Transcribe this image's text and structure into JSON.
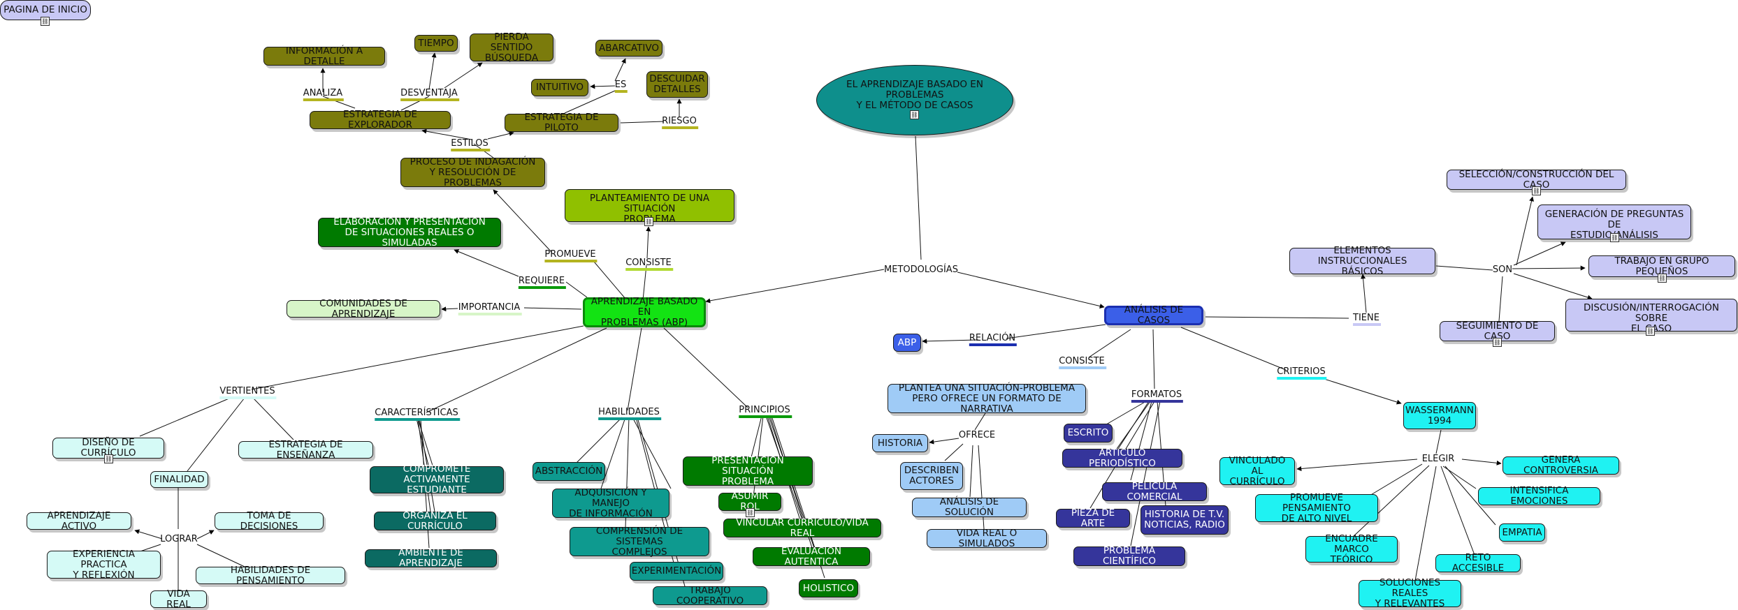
{
  "colors": {
    "olive": "#7b7b0c",
    "lime_green": "#90c000",
    "dark_green": "#007a00",
    "bright_green": "#13e313",
    "light_green": "#d7f5c8",
    "dark_teal": "#0b6a62",
    "teal": "#0e9a8f",
    "light_cyan": "#d5faf6",
    "cyan": "#1ff2f2",
    "navy_purple": "#35359b",
    "light_blue": "#9fcbf6",
    "royal_blue": "#3b5fe8",
    "lavender": "#c8c8f5",
    "ellipse_teal": "#0e8f8c"
  },
  "nodes": {
    "pagina_inicio": "PAGINA DE INICIO",
    "informacion_detalle": "INFORMACIÓN A DETALLE",
    "tiempo": "TIEMPO",
    "pierda_sentido": "PIERDA SENTIDO\nBÚSQUEDA",
    "abarcativo": "ABARCATIVO",
    "intuitivo": "INTUITIVO",
    "descuidar": "DESCUIDAR\nDETALLES",
    "estrategia_explorador": "ESTRATEGIA DE EXPLORADOR",
    "estrategia_piloto": "ESTRATEGIA DE PILOTO",
    "proceso_indagacion": "PROCESO DE INDAGACIÓN\nY RESOLUCIÓN DE PROBLEMAS",
    "planteamiento": "PLANTEAMIENTO DE UNA SITUACIÓN\nPROBLEMA",
    "elaboracion": "ELABORACIÓN Y PRESENTACIÓN\nDE SITUACIONES REALES O SIMULADAS",
    "comunidades": "COMUNIDADES DE APRENDIZAJE",
    "abp_main": "APRENDIZAJE BASADO EN\nPROBLEMAS (ABP)",
    "titulo": "EL APRENDIZAJE BASADO EN PROBLEMAS\nY EL MÉTODO DE CASOS",
    "analisis_casos": "ANÁLISIS DE CASOS",
    "abp_small": "ABP",
    "elementos": "ELEMENTOS INSTRUCCIONALES\nBÁSICOS",
    "seleccion": "SELECCIÓN/CONSTRUCCIÓN DEL CASO",
    "generacion": "GENERACIÓN DE PREGUNTAS DE\nESTUDIO/ANÁLISIS",
    "trabajo_grupo": "TRABAJO EN GRUPO PEQUEÑOS",
    "seguimiento": "SEGUIMIENTO DE CASO",
    "discusion": "DISCUSIÓN/INTERROGACIÓN SOBRE\nEL CASO",
    "plantea": "PLANTEA UNA SITUACIÓN-PROBLEMA\nPERO OFRECE UN FORMATO DE NARRATIVA",
    "historia": "HISTORIA",
    "describen": "DESCRIBEN\nACTORES",
    "analisis_solucion": "ANÁLISIS DE SOLUCIÓN",
    "vida_real_sim": "VIDA REAL O SIMULADOS",
    "escrito": "ESCRITO",
    "articulo": "ARTICULO PERIODÍSTICO",
    "pelicula": "PELÍCULA COMERCIAL",
    "pieza_arte": "PIEZA DE ARTE",
    "historia_tv": "HISTORIA DE T.V.\nNOTICIAS, RADIO",
    "problema_cientifico": "PROBLEMA CIENTÍFICO",
    "wassermann": "WASSERMANN\n1994",
    "vinculado": "VINCULADO\nAL CURRÍCULO",
    "promueve_pens": "PROMUEVE PENSAMIENTO\nDE ALTO NIVEL",
    "encuadre": "ENCUADRE MARCO\nTEÓRICO",
    "soluciones": "SOLUCIONES REALES\nY RELEVANTES",
    "genera_controversia": "GENERA CONTROVERSIA",
    "intensifica": "INTENSIFICA EMOCIONES",
    "empatia": "EMPATIA",
    "reto": "RETO ACCESIBLE",
    "diseno": "DISEÑO DE CURRÍCULO",
    "estrategia_ensenanza": "ESTRATEGIA DE ENSEÑANZA",
    "finalidad": "FINALIDAD",
    "aprendizaje_activo": "APRENDIZAJE ACTIVO",
    "toma_decisiones": "TOMA DE DECISIONES",
    "experiencia": "EXPERIENCIA PRACTICA\nY REFLEXIÓN",
    "habilidades_pens": "HABILIDADES DE PENSAMIENTO",
    "vida_real": "VIDA REAL",
    "compromete": "COMPROMETE ACTIVAMENTE\nESTUDIANTE",
    "organiza": "ORGANIZA EL CURRÍCULO",
    "ambiente": "AMBIENTE DE APRENDIZAJE",
    "abstraccion": "ABSTRACCIÓN",
    "adquisicion": "ADQUISICIÓN Y MANEJO\nDE INFORMACIÓN",
    "comprension": "COMPRENSIÓN DE SISTEMAS\nCOMPLEJOS",
    "experimentacion": "EXPERIMENTACIÓN",
    "trabajo_coop": "TRABAJO COOPERATIVO",
    "presentacion": "PRESENTACIÓN SITUACIÓN\nPROBLEMA",
    "asumir_rol": "ASUMIR ROL",
    "vincular": "VINCULAR CURRÍCULO/VIDA REAL",
    "evaluacion": "EVALUACIÓN AUTENTICA",
    "holistico": "HOLISTICO"
  },
  "labels": {
    "analiza": "ANALIZA",
    "desventaja": "DESVENTAJA",
    "es": "ES",
    "riesgo": "RIESGO",
    "estilos": "ESTILOS",
    "promueve": "PROMUEVE",
    "consiste_abp": "CONSISTE",
    "requiere": "REQUIERE",
    "importancia": "IMPORTANCIA",
    "metodologias": "METODOLOGÍAS",
    "relacion": "RELACIÓN",
    "tiene": "TIENE",
    "son": "SON",
    "consiste_casos": "CONSISTE",
    "formatos": "FORMATOS",
    "criterios": "CRITERIOS",
    "ofrece": "OFRECE",
    "elegir": "ELEGIR",
    "vertientes": "VERTIENTES",
    "caracteristicas": "CARACTERÍSTICAS",
    "habilidades": "HABILIDADES",
    "principios": "PRINCIPIOS",
    "lograr": "LOGRAR"
  }
}
